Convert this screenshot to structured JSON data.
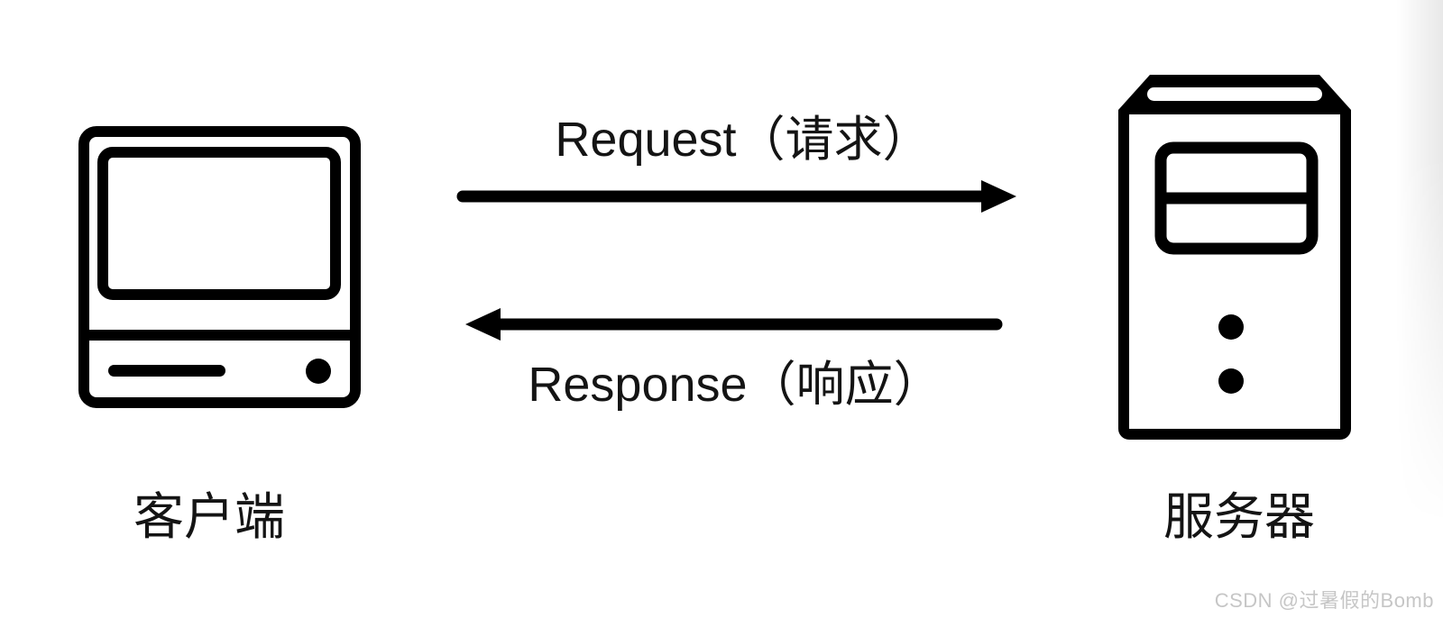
{
  "diagram": {
    "title": "client-server request/response diagram",
    "client": {
      "label": "客户端"
    },
    "server": {
      "label": "服务器"
    },
    "request": {
      "label": "Request（请求）",
      "direction": "client-to-server"
    },
    "response": {
      "label": "Response（响应）",
      "direction": "server-to-client"
    },
    "watermark": "CSDN @过暑假的Bomb",
    "icons": {
      "client": "classic-computer-icon",
      "server": "server-tower-icon",
      "request": "right-arrow-icon",
      "response": "left-arrow-icon"
    },
    "colors": {
      "foreground": "#141414",
      "stroke": "#000000",
      "background": "#ffffff",
      "watermark": "#c6c6c6"
    }
  }
}
